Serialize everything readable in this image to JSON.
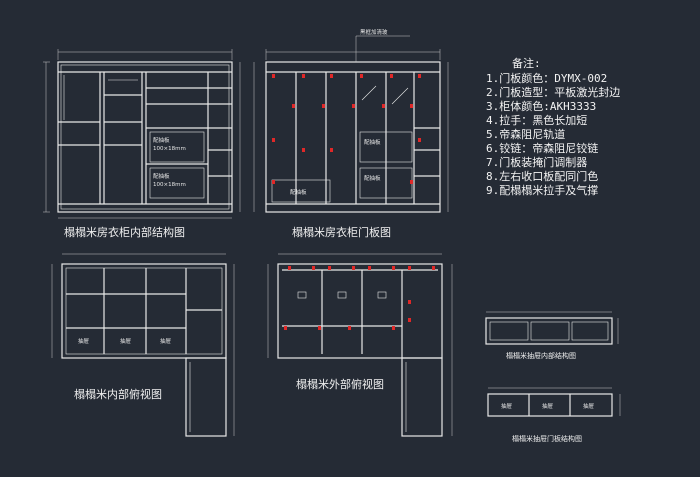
{
  "titles": {
    "wardrobe_interior": "榻榻米房衣柜内部结构图",
    "wardrobe_door": "榻榻米房衣柜门板图",
    "tatami_interior_top": "榻榻米内部俯视图",
    "tatami_exterior_top": "榻榻米外部俯视图",
    "drawer_interior": "榻榻米抽屉内部结构图",
    "drawer_door": "榻榻米抽屉门板结构图"
  },
  "labels": {
    "glass_callout": "黑框加清玻",
    "drawer": "抽屉",
    "sliding_basket": "配拉篮",
    "pull_out": "配抽板",
    "spec1": "100×18mm",
    "spec2": "100×18mm"
  },
  "notes": {
    "heading": "备注:",
    "items": [
      "1.门板颜色：DYMX-002",
      "2.门板造型：平板激光封边",
      "3.柜体颜色:AKH3333",
      "4.拉手：黑色长加短",
      "5.帝森阻尼轨道",
      "6.铰链：帝森阻尼铰链",
      "7.门板装掩门调制器",
      "8.左右收口板配同门色",
      "9.配榻榻米拉手及气撑"
    ]
  },
  "colors": {
    "background": "#252b35",
    "line": "#e8e8e8",
    "marker": "#e02828"
  }
}
